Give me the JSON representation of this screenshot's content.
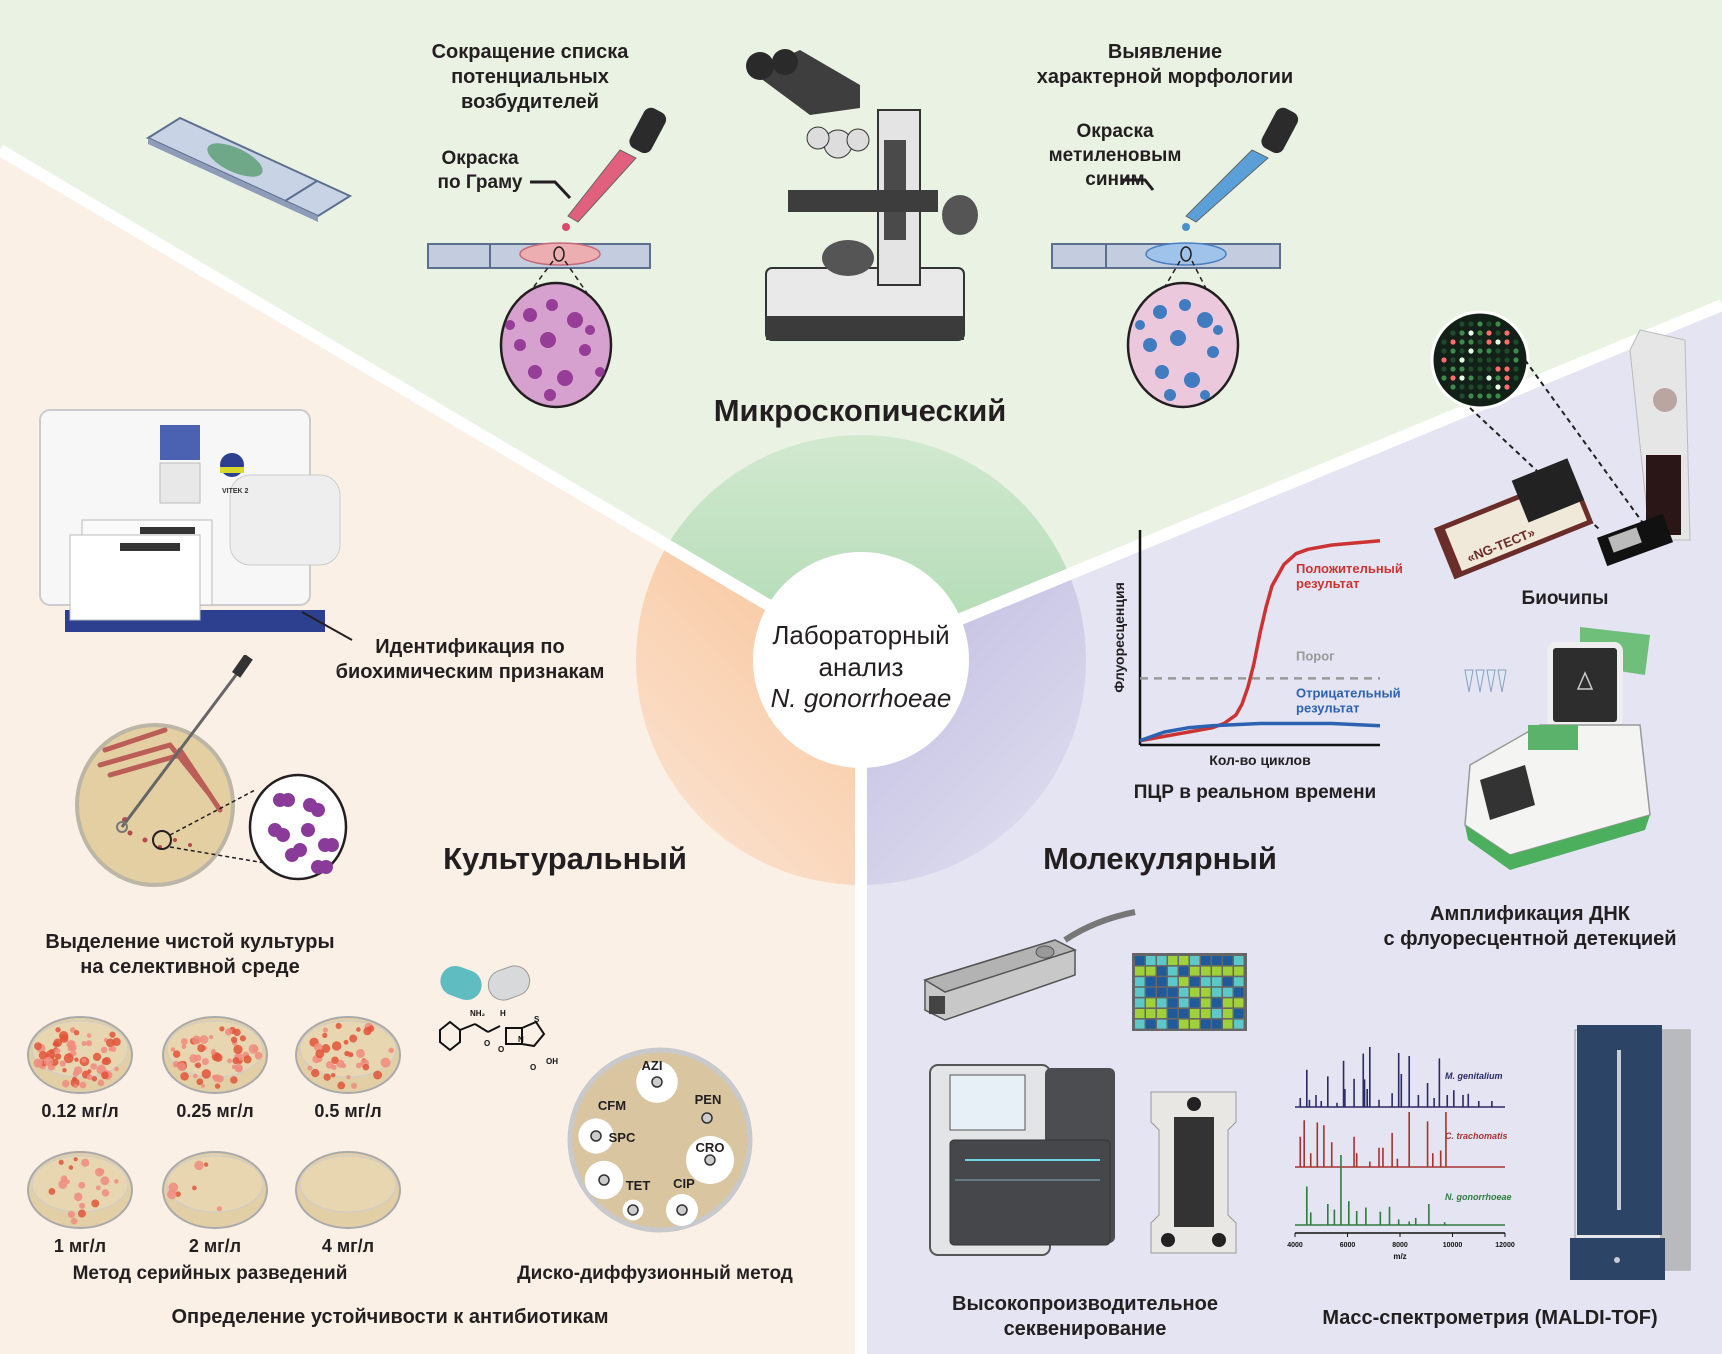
{
  "center": {
    "line1": "Лабораторный",
    "line2": "анализ",
    "line3": "N. gonorrhoeae"
  },
  "sections": {
    "microscopic": {
      "title": "Микроскопический",
      "color": "#8fcc98",
      "bg": "#eaf3e3",
      "gram": {
        "heading_line1": "Сокращение списка",
        "heading_line2": "потенциальных возбудителей",
        "stain_line1": "Окраска",
        "stain_line2": "по Граму",
        "stain_color": "#e0607e"
      },
      "methylene": {
        "heading_line1": "Выявление",
        "heading_line2": "характерной морфологии",
        "stain_line1": "Окраска",
        "stain_line2": "метиленовым",
        "stain_line3": "синим",
        "stain_color": "#5a9fd8"
      }
    },
    "culture": {
      "title": "Культуральный",
      "color": "#f7b27a",
      "bg": "#fbf0e6",
      "biochem_line1": "Идентификация по",
      "biochem_line2": "биохимическим признакам",
      "device_label": "VITEK 2",
      "isolation_line1": "Выделение чистой культуры",
      "isolation_line2": "на селективной среде",
      "dilutions": [
        {
          "label": "0.12 мг/л",
          "growth": 1.0
        },
        {
          "label": "0.25 мг/л",
          "growth": 0.8
        },
        {
          "label": "0.5 мг/л",
          "growth": 0.55
        },
        {
          "label": "1 мг/л",
          "growth": 0.3
        },
        {
          "label": "2 мг/л",
          "growth": 0.1
        },
        {
          "label": "4 мг/л",
          "growth": 0.0
        }
      ],
      "dilution_method": "Метод серийных разведений",
      "disk_method": "Диско-диффузионный метод",
      "disks": [
        {
          "label": "AZI",
          "zone": 0.8
        },
        {
          "label": "PEN",
          "zone": 0.0
        },
        {
          "label": "CFM",
          "zone": 0.6
        },
        {
          "label": "SPC",
          "zone": 0.7
        },
        {
          "label": "CRO",
          "zone": 1.0
        },
        {
          "label": "TET",
          "zone": 0.15
        },
        {
          "label": "CIP",
          "zone": 0.5
        }
      ],
      "molecule_labels": {
        "nh2": "NH₂",
        "h1": "H",
        "n1": "N",
        "h2": "H",
        "s": "S",
        "n2": "N",
        "o1": "O",
        "o2": "O",
        "o3": "O",
        "oh": "OH"
      },
      "resistance": "Определение устойчивости к антибиотикам"
    },
    "molecular": {
      "title": "Молекулярный",
      "color": "#a9a7d6",
      "bg": "#e4e4f2",
      "biochips": "Биочипы",
      "biochip_brand": "«NG-ТЕСТ»",
      "pcr_title": "ПЦР в реальном времени",
      "amplification_line1": "Амплификация ДНК",
      "amplification_line2": "с флуоресцентной детекцией",
      "sequencing_line1": "Высокопроизводительное",
      "sequencing_line2": "секвенирование",
      "maldi": "Масс-спектрометрия (MALDI-TOF)"
    }
  },
  "chart_data": [
    {
      "type": "line",
      "title": "ПЦР в реальном времени",
      "xlabel": "Кол-во циклов",
      "ylabel": "Флуоресценция",
      "grid": false,
      "x_range": [
        0,
        40
      ],
      "y_range": [
        0,
        1
      ],
      "threshold": {
        "label": "Порог",
        "value": 0.31,
        "color": "#999999"
      },
      "series": [
        {
          "name": "Положительный результат",
          "label_line1": "Положительный",
          "label_line2": "результат",
          "color": "#cc3333",
          "x": [
            0,
            4,
            8,
            12,
            14,
            16,
            17,
            18,
            19,
            20,
            21,
            22,
            24,
            26,
            28,
            32,
            36,
            40
          ],
          "y": [
            0.02,
            0.04,
            0.06,
            0.08,
            0.1,
            0.14,
            0.19,
            0.27,
            0.38,
            0.52,
            0.64,
            0.74,
            0.84,
            0.89,
            0.91,
            0.93,
            0.94,
            0.95
          ]
        },
        {
          "name": "Отрицательный результат",
          "label_line1": "Отрицательный",
          "label_line2": "результат",
          "color": "#2d62b0",
          "x": [
            0,
            4,
            8,
            12,
            16,
            20,
            24,
            28,
            32,
            36,
            40
          ],
          "y": [
            0.02,
            0.06,
            0.08,
            0.09,
            0.095,
            0.1,
            0.1,
            0.1,
            0.1,
            0.095,
            0.09
          ]
        }
      ]
    },
    {
      "type": "line",
      "title": "Масс-спектрометрия (MALDI-TOF)",
      "xlabel": "m/z",
      "ylabel": "",
      "x_range": [
        4000,
        12000
      ],
      "x_ticks": [
        "4000",
        "6000",
        "8000",
        "10000",
        "12000"
      ],
      "series": [
        {
          "name": "M. genitalium",
          "color": "#2b2a66",
          "peaks": [
            [
              4200,
              0.15
            ],
            [
              4450,
              0.62
            ],
            [
              4550,
              0.12
            ],
            [
              4800,
              0.2
            ],
            [
              5000,
              0.1
            ],
            [
              5250,
              0.51
            ],
            [
              5600,
              0.07
            ],
            [
              5850,
              0.77
            ],
            [
              5900,
              0.3
            ],
            [
              6250,
              0.47
            ],
            [
              6600,
              0.89
            ],
            [
              6650,
              0.46
            ],
            [
              6750,
              0.3
            ],
            [
              6850,
              1.0
            ],
            [
              7200,
              0.12
            ],
            [
              7700,
              0.23
            ],
            [
              7950,
              0.9
            ],
            [
              8050,
              0.55
            ],
            [
              8350,
              0.85
            ],
            [
              8700,
              0.2
            ],
            [
              9050,
              0.4
            ],
            [
              9300,
              0.15
            ],
            [
              9500,
              0.81
            ],
            [
              9800,
              0.2
            ],
            [
              10050,
              0.28
            ],
            [
              10400,
              0.2
            ],
            [
              10600,
              0.22
            ],
            [
              11000,
              0.1
            ],
            [
              11500,
              0.1
            ]
          ]
        },
        {
          "name": "C. trachomatis",
          "color": "#a83232",
          "peaks": [
            [
              4200,
              0.55
            ],
            [
              4350,
              0.85
            ],
            [
              4600,
              0.25
            ],
            [
              4850,
              0.81
            ],
            [
              5100,
              0.76
            ],
            [
              5400,
              0.45
            ],
            [
              6250,
              0.55
            ],
            [
              6350,
              0.25
            ],
            [
              6850,
              0.1
            ],
            [
              7200,
              0.35
            ],
            [
              7350,
              0.35
            ],
            [
              7700,
              0.62
            ],
            [
              7900,
              0.15
            ],
            [
              8350,
              1.0
            ],
            [
              9050,
              0.83
            ],
            [
              9250,
              0.25
            ],
            [
              9550,
              0.3
            ],
            [
              9750,
              1.0
            ]
          ]
        },
        {
          "name": "N. gonorrhoeae",
          "color": "#2e7d3c",
          "peaks": [
            [
              4450,
              0.55
            ],
            [
              4600,
              0.18
            ],
            [
              5250,
              0.3
            ],
            [
              5500,
              0.22
            ],
            [
              5750,
              1.0
            ],
            [
              6050,
              0.34
            ],
            [
              6350,
              0.2
            ],
            [
              6700,
              0.25
            ],
            [
              7250,
              0.19
            ],
            [
              7600,
              0.26
            ],
            [
              7950,
              0.08
            ],
            [
              8350,
              0.05
            ],
            [
              8600,
              0.1
            ],
            [
              9100,
              0.3
            ],
            [
              9700,
              0.04
            ]
          ]
        }
      ]
    }
  ]
}
